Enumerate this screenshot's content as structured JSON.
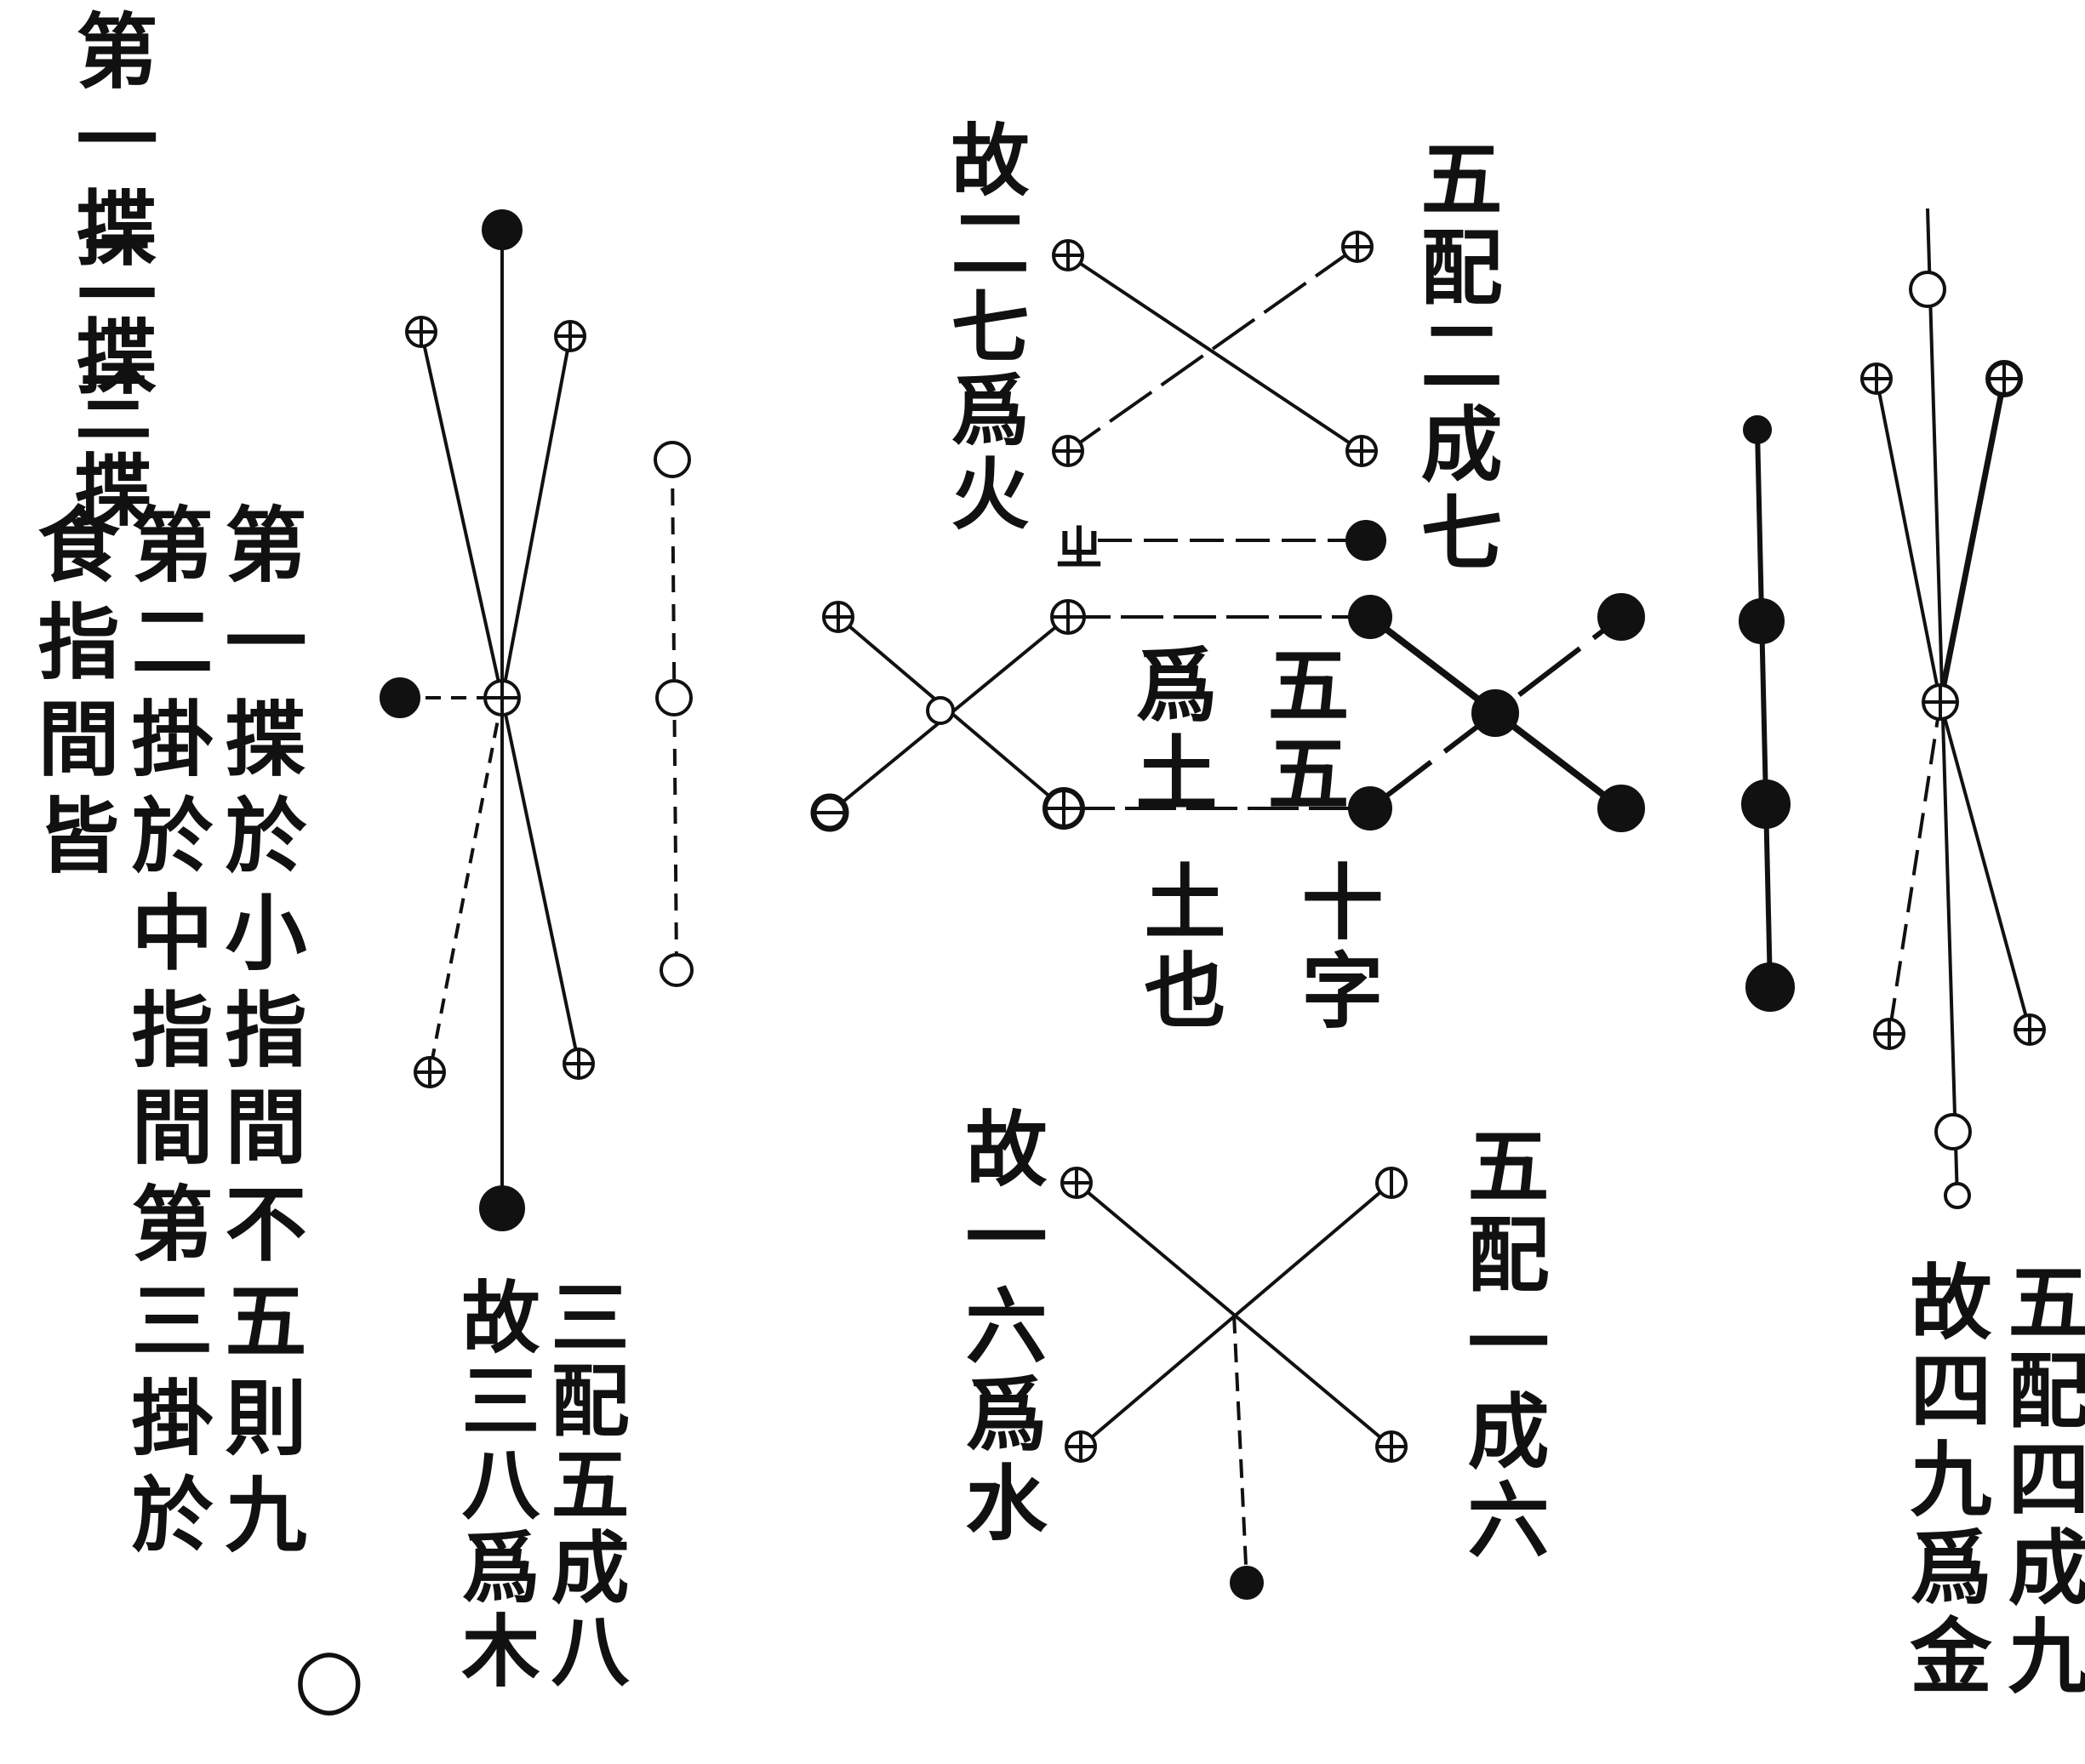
{
  "text": {
    "left_title": [
      "第一揲",
      "二揲",
      "三揲"
    ],
    "left_col1": "第一揲於小指間不五則九",
    "left_col2": "第二掛於中指間第三掛於",
    "left_col3": "食指間皆",
    "wood_right": "三配五成八",
    "wood_left": "故三八爲木",
    "fire_right": "五配二成七",
    "fire_left": "故二七爲火",
    "earth_mid_right": "五五",
    "earth_mid_left": "爲土",
    "earth_low_right": "十字",
    "earth_low_left": "土也",
    "water_right": "五配一成六",
    "water_left": "故一六爲水",
    "metal_right": "五配四成九",
    "metal_left": "故四九爲金"
  },
  "markers": {
    "hollow_circle": "○",
    "small_mark": "ㄓ"
  },
  "colors": {
    "ink": "#111111",
    "paper": "#ffffff"
  }
}
